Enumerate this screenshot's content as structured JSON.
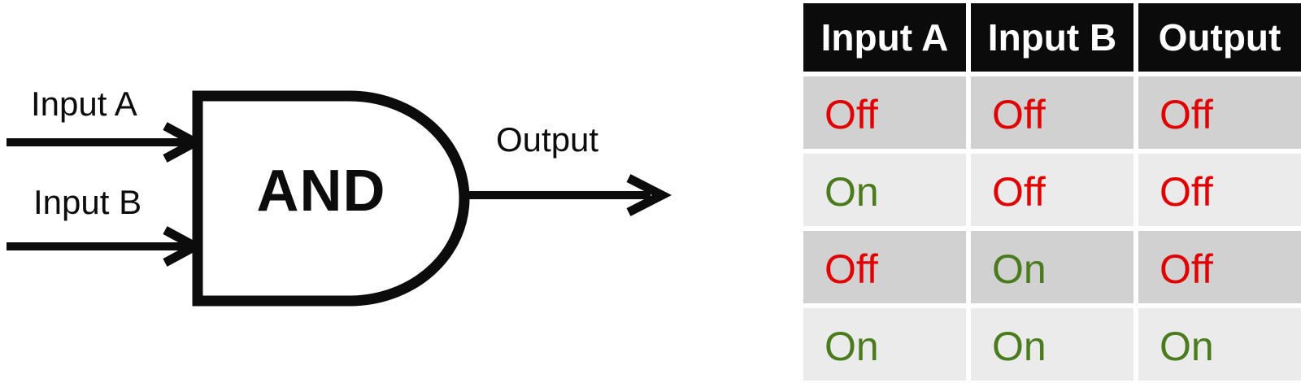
{
  "colors": {
    "ink": "#0c0c0c",
    "off-red": "#e00000",
    "on-green": "#4a7c1e",
    "header-bg": "#0b0b0b",
    "header-text": "#ffffff",
    "row-dark": "#d1d1d1",
    "row-light": "#ebebeb",
    "page-bg": "#ffffff"
  },
  "diagram": {
    "input_a_label": "Input A",
    "input_b_label": "Input B",
    "gate_label": "AND",
    "output_label": "Output"
  },
  "truth_table": {
    "headers": [
      "Input A",
      "Input B",
      "Output"
    ],
    "rows": [
      {
        "cells": [
          {
            "label": "Off",
            "state": "off"
          },
          {
            "label": "Off",
            "state": "off"
          },
          {
            "label": "Off",
            "state": "off"
          }
        ]
      },
      {
        "cells": [
          {
            "label": "On",
            "state": "on"
          },
          {
            "label": "Off",
            "state": "off"
          },
          {
            "label": "Off",
            "state": "off"
          }
        ]
      },
      {
        "cells": [
          {
            "label": "Off",
            "state": "off"
          },
          {
            "label": "On",
            "state": "on"
          },
          {
            "label": "Off",
            "state": "off"
          }
        ]
      },
      {
        "cells": [
          {
            "label": "On",
            "state": "on"
          },
          {
            "label": "On",
            "state": "on"
          },
          {
            "label": "On",
            "state": "on"
          }
        ]
      }
    ]
  }
}
